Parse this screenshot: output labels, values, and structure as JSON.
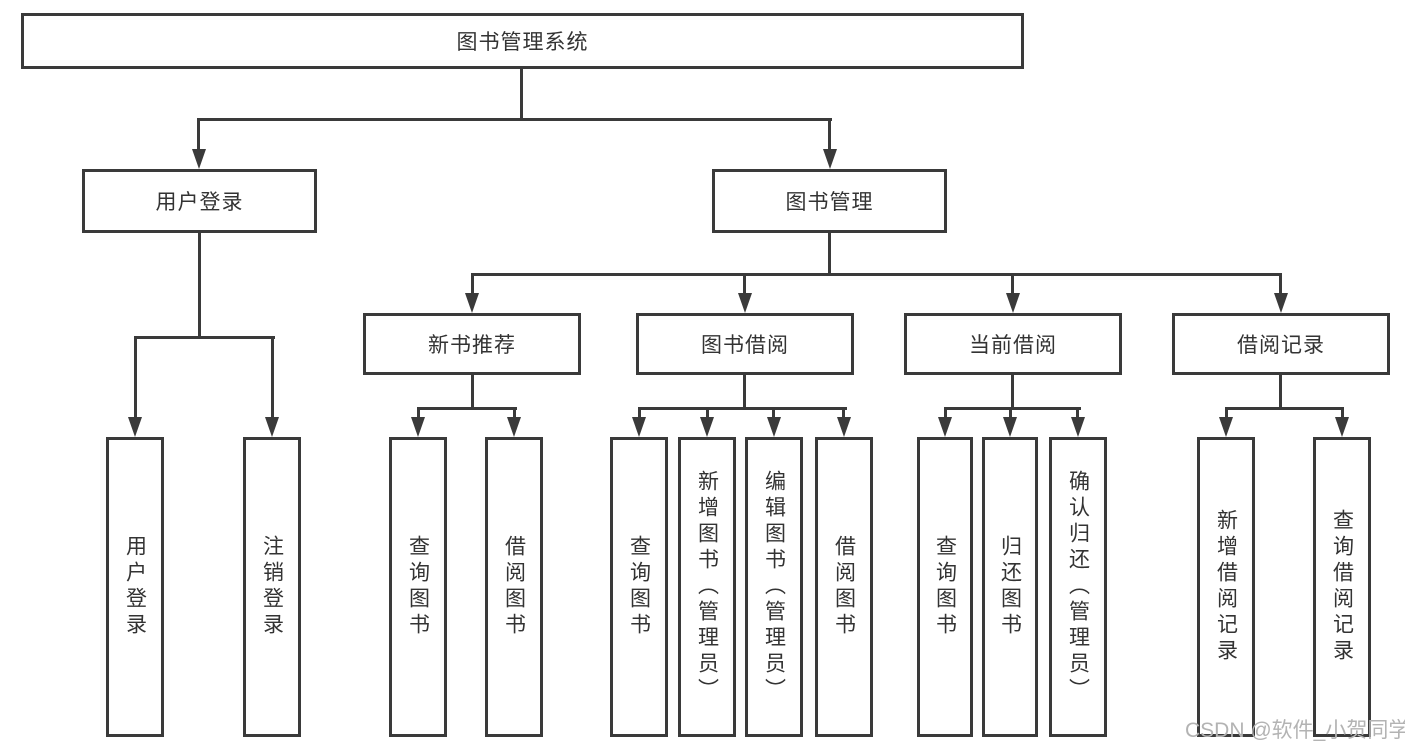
{
  "diagram_title": "图书管理系统",
  "nodes": {
    "root": "图书管理系统",
    "user_login": "用户登录",
    "book_mgmt": "图书管理",
    "new_book_rec": "新书推荐",
    "book_borrow": "图书借阅",
    "current_borrow": "当前借阅",
    "borrow_record": "借阅记录",
    "leaf_user_login": "用户登录",
    "leaf_logout": "注销登录",
    "leaf_rec_query_book": "查询图书",
    "leaf_rec_borrow_book": "借阅图书",
    "leaf_bb_query_book": "查询图书",
    "leaf_bb_add_book": "新增图书（管理员）",
    "leaf_bb_edit_book": "编辑图书（管理员）",
    "leaf_bb_borrow_book": "借阅图书",
    "leaf_cb_query_book": "查询图书",
    "leaf_cb_return_book": "归还图书",
    "leaf_cb_confirm_return": "确认归还（管理员）",
    "leaf_br_add_record": "新增借阅记录",
    "leaf_br_query_record": "查询借阅记录"
  },
  "hierarchy": {
    "图书管理系统": {
      "用户登录": [
        "用户登录",
        "注销登录"
      ],
      "图书管理": {
        "新书推荐": [
          "查询图书",
          "借阅图书"
        ],
        "图书借阅": [
          "查询图书",
          "新增图书（管理员）",
          "编辑图书（管理员）",
          "借阅图书"
        ],
        "当前借阅": [
          "查询图书",
          "归还图书",
          "确认归还（管理员）"
        ],
        "借阅记录": [
          "新增借阅记录",
          "查询借阅记录"
        ]
      }
    }
  },
  "watermark": "CSDN @软件_小贺同学",
  "colors": {
    "line": "#3a3a3a",
    "text": "#333333",
    "watermark": "#b3b3b3",
    "background": "#ffffff"
  }
}
